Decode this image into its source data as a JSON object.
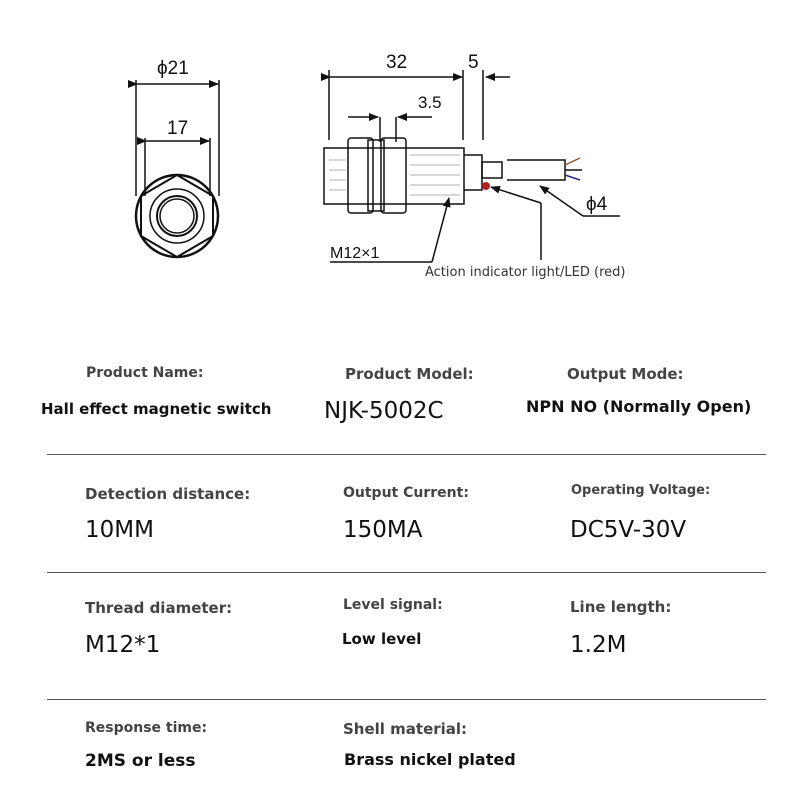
{
  "drawing": {
    "dim_outer_diameter": "ϕ21",
    "dim_hex": "17",
    "dim_body_length": "32",
    "dim_tail": "5",
    "dim_nut": "3.5",
    "dim_cable": "ϕ4",
    "thread_label": "M12×1",
    "led_label": "Action indicator light/LED (red)",
    "led_color": "#b02020"
  },
  "specs": [
    {
      "label": "Product Name:",
      "value": "Hall effect magnetic switch"
    },
    {
      "label": "Product Model:",
      "value": "NJK-5002C"
    },
    {
      "label": "Output Mode:",
      "value": "NPN NO (Normally Open)"
    },
    {
      "label": "Detection distance:",
      "value": "10MM"
    },
    {
      "label": "Output Current:",
      "value": "150MA"
    },
    {
      "label": "Operating Voltage:",
      "value": "DC5V-30V"
    },
    {
      "label": "Thread diameter:",
      "value": "M12*1"
    },
    {
      "label": "Level signal:",
      "value": "Low level"
    },
    {
      "label": "Line length:",
      "value": "1.2M"
    },
    {
      "label": "Response time:",
      "value": "2MS or less"
    },
    {
      "label": "Shell material:",
      "value": "Brass nickel plated"
    }
  ]
}
